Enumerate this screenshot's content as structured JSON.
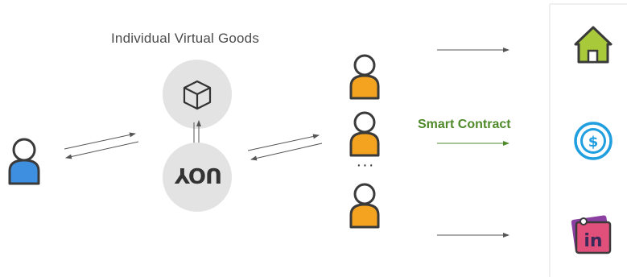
{
  "diagram": {
    "title": "Individual Virtual Goods",
    "smart_contract_label": "Smart Contract",
    "platform_logo_text": "YOU",
    "ellipsis": "···"
  },
  "colors": {
    "user_blue": "#3f8fe0",
    "buyer_orange": "#f4a320",
    "outline": "#3a3a3a",
    "circle_gray": "#e3e3e3",
    "contract_green": "#4e8a2a",
    "house_green": "#a8c93a",
    "coin_blue": "#1f9ee0",
    "ticket_purple": "#8b3fa0",
    "ticket_pink": "#e0507a"
  },
  "icons": [
    "user-icon",
    "box-icon",
    "house-icon",
    "dollar-coin-icon",
    "ticket-icon"
  ]
}
